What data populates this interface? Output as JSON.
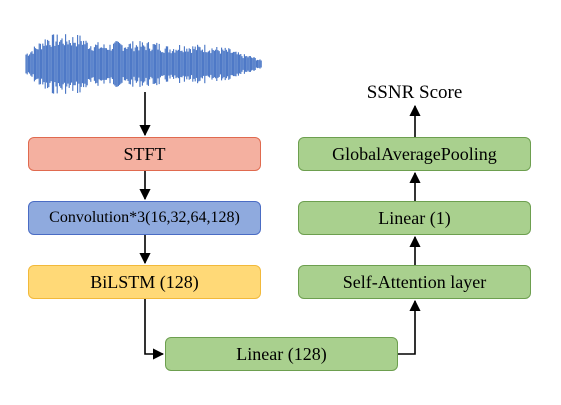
{
  "blocks": {
    "stft": "STFT",
    "conv": "Convolution*3(16,32,64,128)",
    "bilstm": "BiLSTM (128)",
    "linear128": "Linear (128)",
    "self_attention": "Self-Attention layer",
    "linear1": "Linear (1)",
    "global_pool": "GlobalAveragePooling"
  },
  "output_label": "SSNR Score",
  "colors": {
    "stft_fill": "#f4b0a0",
    "conv_fill": "#8faade",
    "bilstm_fill": "#ffd977",
    "green_fill": "#a9d08e",
    "waveform": "#4472c4"
  },
  "waveform_icon": "audio-waveform"
}
